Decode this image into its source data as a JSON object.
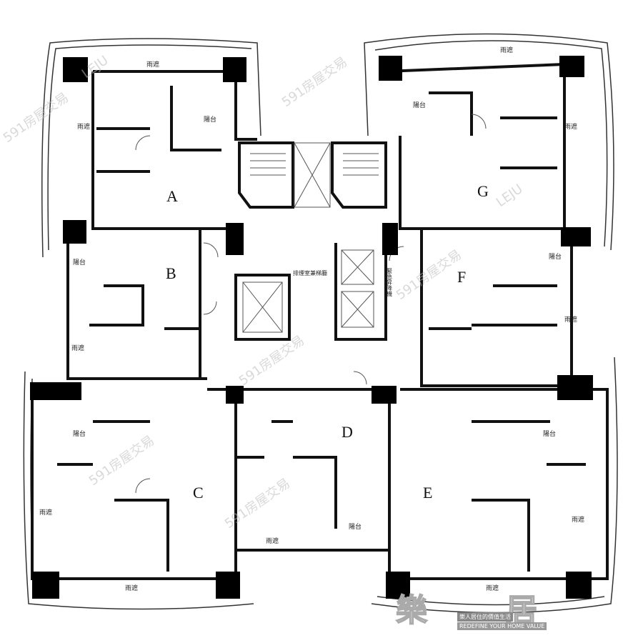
{
  "units": [
    "A",
    "B",
    "C",
    "D",
    "E",
    "F",
    "G"
  ],
  "labels": {
    "balcony": "陽台",
    "awning": "雨遮",
    "lobby": "排煙室兼梯廳",
    "emergency_elevator": "緊急昇降機"
  },
  "watermarks": {
    "site": "591房屋交易",
    "leju": "LEJU",
    "brand": "樂居",
    "tagline_cn": "樂人居住的價值生活",
    "tagline_en": "REDEFINE YOUR HOME VALUE"
  }
}
